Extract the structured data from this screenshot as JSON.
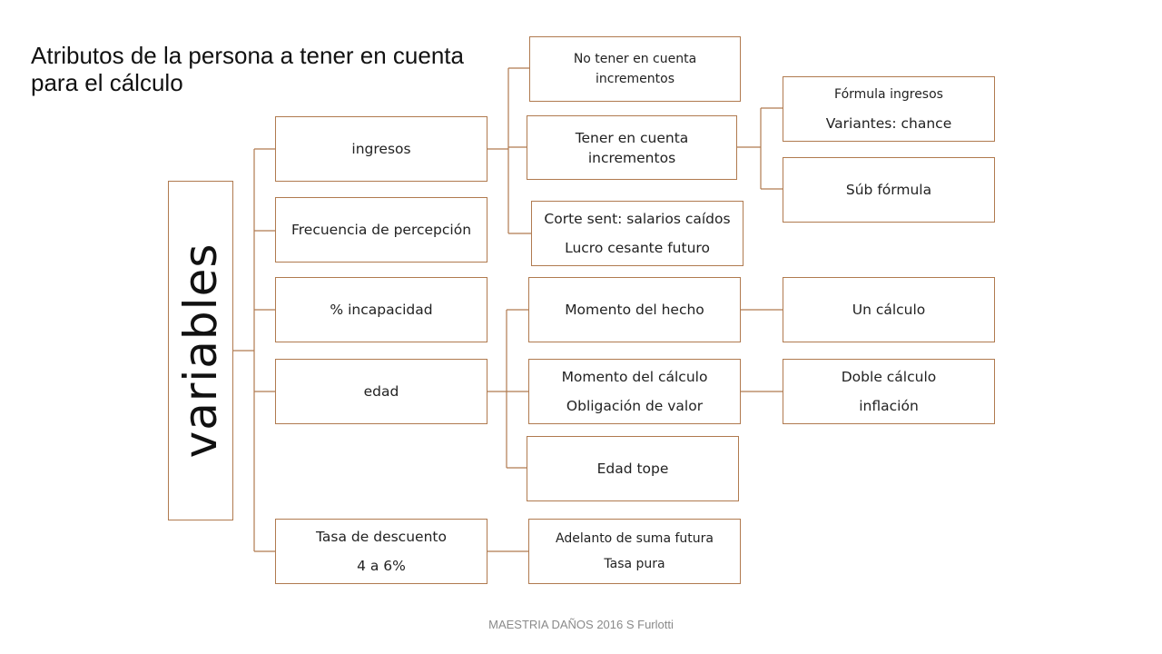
{
  "title": "Atributos de la persona a tener en cuenta para el cálculo",
  "root": "variables",
  "branches": {
    "ingresos": "ingresos",
    "frecuencia": "Frecuencia de percepción",
    "incapacidad": "% incapacidad",
    "edad": "edad",
    "tasa": [
      "Tasa de descuento",
      "4 a 6%"
    ]
  },
  "ingresos_children": {
    "no_tener": [
      "No tener en cuenta",
      "incrementos"
    ],
    "tener": [
      "Tener en cuenta",
      "incrementos"
    ],
    "corte": [
      "Corte sent: salarios caídos",
      "Lucro cesante futuro"
    ]
  },
  "tener_children": {
    "formula": [
      "Fórmula ingresos",
      "Variantes: chance"
    ],
    "sub_formula": "Súb fórmula"
  },
  "edad_children": {
    "momento_hecho": "Momento del hecho",
    "momento_calculo": [
      "Momento del cálculo",
      "Obligación de valor"
    ],
    "edad_tope": "Edad tope"
  },
  "edad_leaves": {
    "un_calculo": "Un cálculo",
    "doble_calculo": [
      "Doble cálculo",
      "inflación"
    ]
  },
  "tasa_children": {
    "adelanto": [
      "Adelanto de suma futura",
      "Tasa pura"
    ]
  },
  "footer": "MAESTRIA DAÑOS 2016 S Furlotti"
}
